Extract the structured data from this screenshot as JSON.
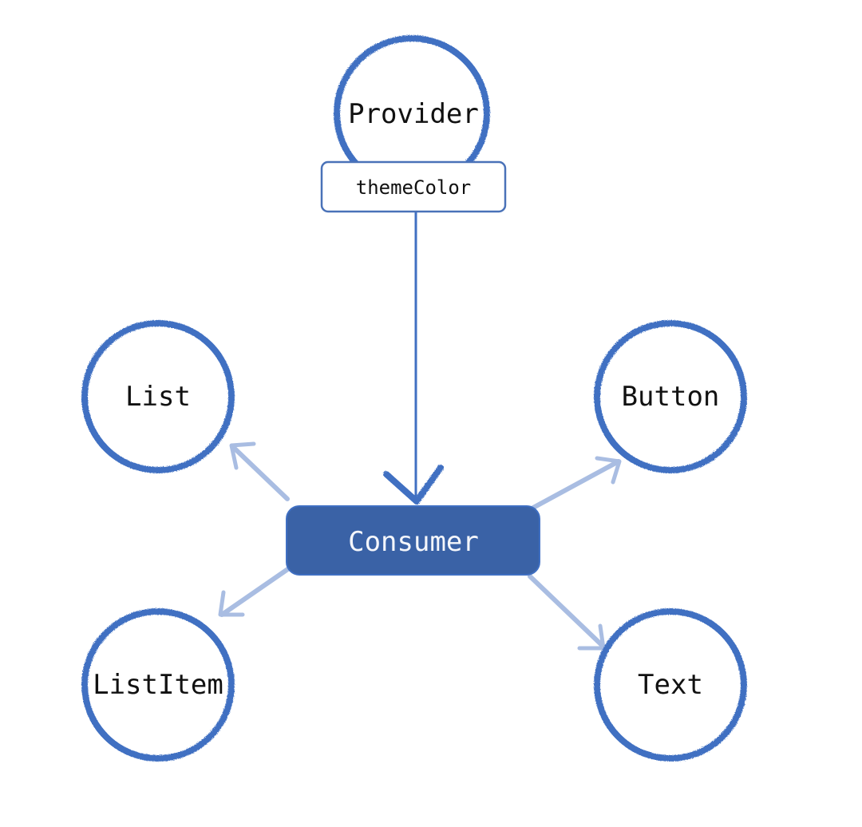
{
  "colors": {
    "circle_stroke": "#3f6fc2",
    "consumer_fill": "#3a62a6",
    "main_arrow": "#3f6fc2",
    "light_arrow": "#a9bde2",
    "prop_box_stroke": "#4a72b8"
  },
  "provider": {
    "label": "Provider",
    "prop": "themeColor"
  },
  "consumer": {
    "label": "Consumer"
  },
  "components": [
    {
      "id": "list",
      "label": "List"
    },
    {
      "id": "button",
      "label": "Button"
    },
    {
      "id": "list-item",
      "label": "ListItem"
    },
    {
      "id": "text",
      "label": "Text"
    }
  ],
  "edges": [
    {
      "from": "provider",
      "to": "consumer",
      "style": "bold"
    },
    {
      "from": "consumer",
      "to": "list",
      "style": "light"
    },
    {
      "from": "consumer",
      "to": "button",
      "style": "light"
    },
    {
      "from": "consumer",
      "to": "list-item",
      "style": "light"
    },
    {
      "from": "consumer",
      "to": "text",
      "style": "light"
    }
  ]
}
